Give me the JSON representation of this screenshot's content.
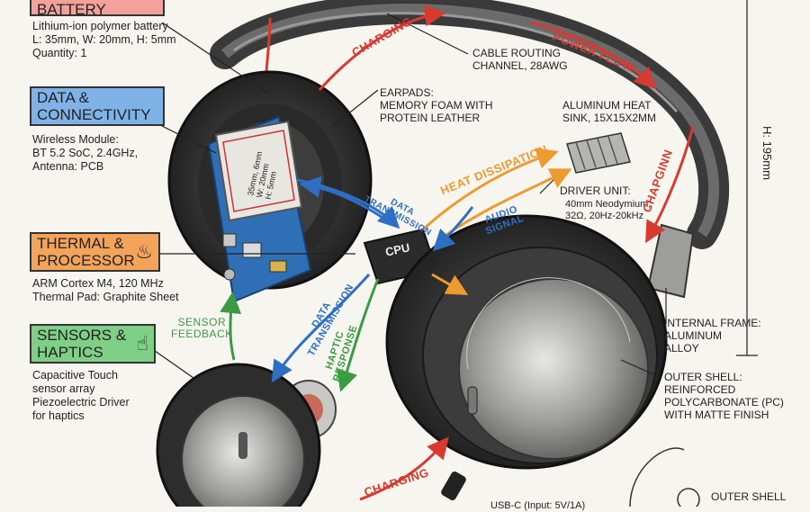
{
  "colors": {
    "power": "#f2a29a",
    "data": "#7fb3e8",
    "thermal": "#f4a45a",
    "sensors": "#7fcf86",
    "red_flow": "#d93a2f",
    "blue_flow": "#2e6fc4",
    "orange_flow": "#ef9a2e",
    "green_flow": "#3a9b43"
  },
  "sections": {
    "power": {
      "title": "POWER & BATTERY",
      "spec": "Lithium-ion polymer battery\nL: 35mm, W: 20mm, H: 5mm\nQuantity: 1"
    },
    "data": {
      "title": "DATA &\nCONNECTIVITY",
      "icon": "bluetooth-icon",
      "spec": "Wireless Module:\nBT 5.2 SoC, 2.4GHz,\nAntenna: PCB"
    },
    "thermal": {
      "title": "THERMAL &\nPROCESSOR",
      "icon": "heat-icon",
      "spec": "ARM Cortex M4, 120 MHz\nThermal Pad: Graphite Sheet"
    },
    "sensors": {
      "title": "SENSORS &\nHAPTICS",
      "icon": "touch-hand-icon",
      "spec": "Capacitive Touch\nsensor array\nPiezoelectric Driver\nfor haptics"
    }
  },
  "annotations": {
    "cable": "CABLE ROUTING\nCHANNEL, 28AWG",
    "earpads": "EARPADS:\nMEMORY FOAM WITH\nPROTEIN LEATHER",
    "heatsink": "ALUMINUM HEAT\nSINK, 15x15x2mm",
    "driver_title": "DRIVER UNIT:",
    "driver_spec": "40mm Neodymium,\n32Ω, 20Hz-20kHz",
    "frame": "INTERNAL FRAME:\nALUMINUM\nALLOY",
    "shell": "OUTER SHELL:\nREINFORCED\nPOLYCARBONATE (PC)\nWITH MATTE FINISH",
    "shell2": "OUTER SHELL",
    "usb": "USB-C (Input: 5V/1A)",
    "height": "H: 195mm",
    "battery_text": "35mm, 6mm\nW: 20mm\nH: 5mm",
    "cpu": "CPU"
  },
  "flows": {
    "charging_top": "CHARGING",
    "power_flow": "POWER FLOW",
    "charging_right": "CHAPGINN",
    "data_transmission_top": "DATA\nTRANSMISSION",
    "heat_dissipation": "HEAT DISSIPATION",
    "audio_signal": "AUDIO\nSIGNAL",
    "sensor_feedback": "SENSOR\nFEEDBACK",
    "data_transmission_bottom": "DATA\nTRANSMISSION",
    "haptic_response": "HAPTIC\nRESPONSE",
    "charging_bottom": "CHARGING"
  }
}
